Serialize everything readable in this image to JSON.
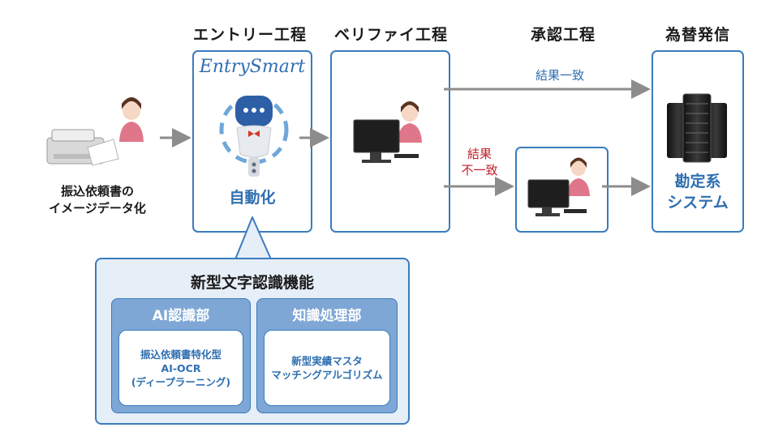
{
  "headers": {
    "entry": "エントリー工程",
    "verify": "ベリファイ工程",
    "approval": "承認工程",
    "exchange": "為替発信"
  },
  "source_caption": [
    "振込依頼書の",
    "イメージデータ化"
  ],
  "entry_box": {
    "logo": "EntrySmart",
    "caption": "自動化"
  },
  "arrows": {
    "match": "結果一致",
    "mismatch": [
      "結果",
      "不一致"
    ]
  },
  "system_box": {
    "caption": [
      "勘定系",
      "システム"
    ]
  },
  "panel": {
    "title": "新型文字認識機能",
    "left": {
      "title": "AI認識部",
      "lines": [
        "振込依頼書特化型",
        "AI-OCR",
        "(ディープラーニング)"
      ]
    },
    "right": {
      "title": "知識処理部",
      "lines": [
        "新型実績マスタ",
        "マッチングアルゴリズム"
      ]
    }
  },
  "colors": {
    "box_border": "#3a7cbd",
    "accent_text": "#2f6fb0",
    "arrow": "#8c8c8c",
    "mismatch_text": "#c0202a",
    "panel_bg": "#e6eef7",
    "subpanel_bg": "#7ea7d6",
    "shirt": "#e0768a"
  }
}
